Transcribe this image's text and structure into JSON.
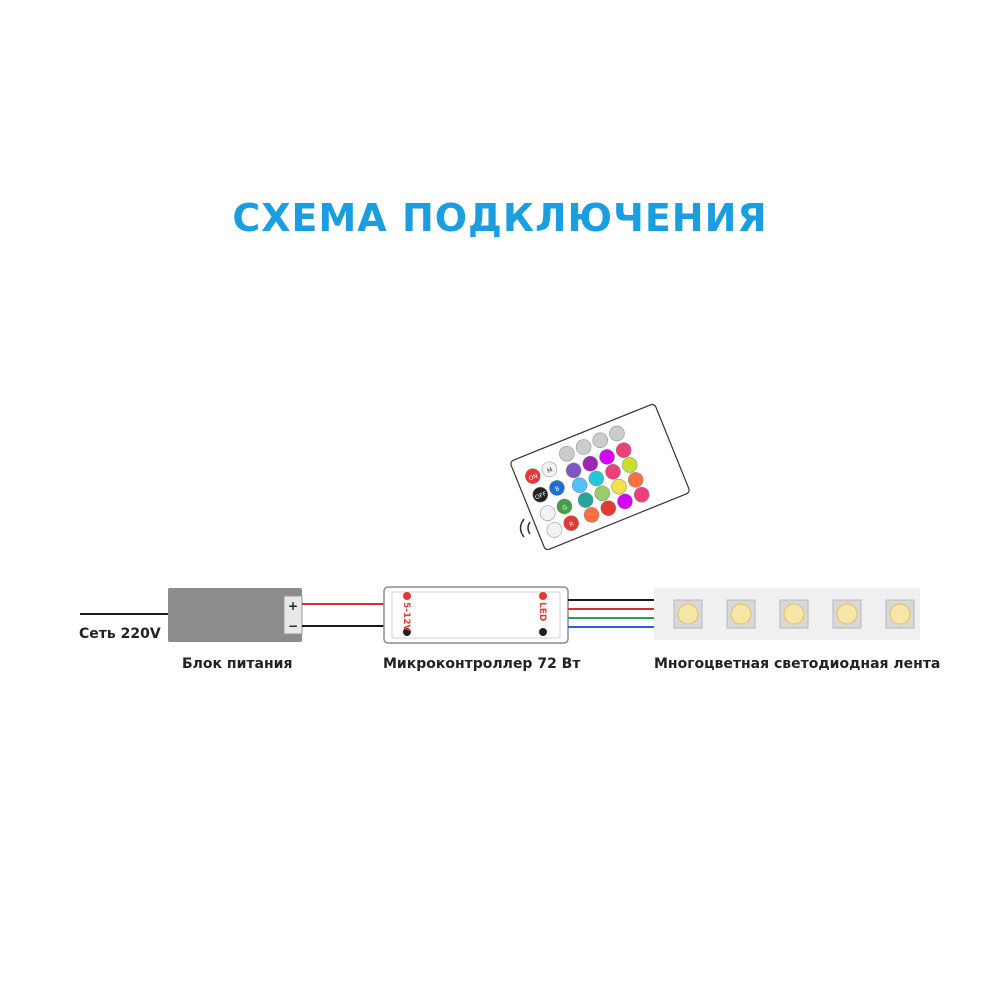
{
  "title": "СХЕМА ПОДКЛЮЧЕНИЯ",
  "labels": {
    "mains": "Сеть 220V",
    "psu": "Блок питания",
    "controller": "Микроконтроллер 72 Вт",
    "strip": "Многоцветная светодиодная лента"
  },
  "psu_terminals": {
    "plus": "+",
    "minus": "−"
  },
  "controller_marks": {
    "input": "5-12V",
    "output": "LED"
  },
  "remote": {
    "side_buttons": [
      "ON",
      "OFF"
    ],
    "mode_buttons": [
      "M",
      "R",
      "G",
      "B"
    ],
    "colors": {
      "red": "#e53935",
      "green": "#43a047",
      "blue": "#1e6fd0",
      "purple": "#9c27b0",
      "pink": "#ec407a",
      "magenta": "#d500f9",
      "violet": "#7e57c2",
      "cyan": "#26c6da",
      "teal": "#26a69a",
      "lime": "#c6e02b",
      "yellow": "#f4e04d",
      "orange": "#ff7043",
      "lightblue": "#4fc3f7",
      "lightgreen": "#9ccc65"
    }
  },
  "wire_colors": {
    "black": "#1a1a1a",
    "red": "#d32f2f",
    "green": "#2e9e4f",
    "blue": "#2f5fd0"
  },
  "led_count": 5
}
